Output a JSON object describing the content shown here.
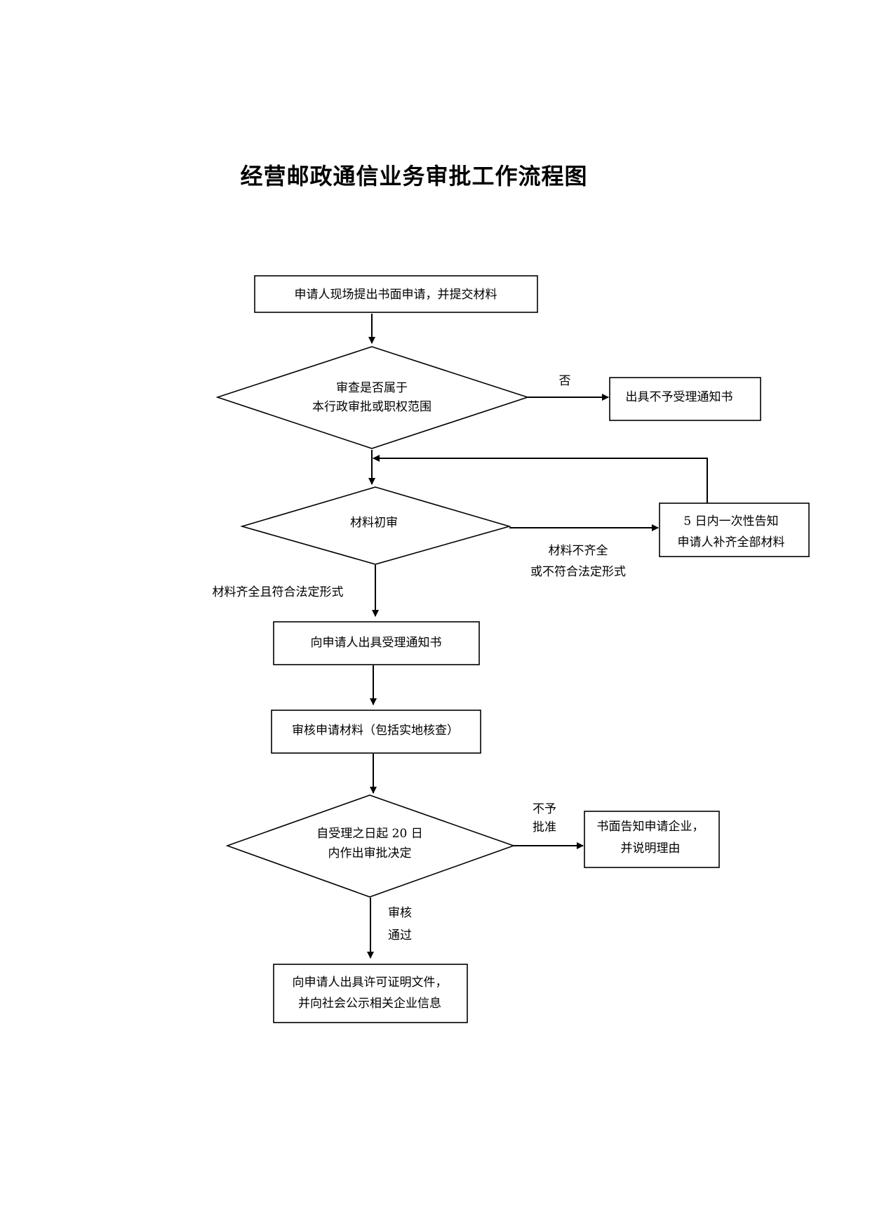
{
  "title": "经营邮政通信业务审批工作流程图",
  "nodes": {
    "submit": {
      "lines": [
        "申请人现场提出书面申请，并提交材料"
      ]
    },
    "scope_check": {
      "lines": [
        "审查是否属于",
        "本行政审批或职权范围"
      ]
    },
    "not_accept": {
      "lines": [
        "出具不予受理通知书"
      ]
    },
    "initial_review": {
      "lines": [
        "材料初审"
      ]
    },
    "supplement": {
      "lines": [
        "5 日内一次性告知",
        "申请人补齐全部材料"
      ]
    },
    "accept_notice": {
      "lines": [
        "向申请人出具受理通知书"
      ]
    },
    "review_materials": {
      "lines": [
        "审核申请材料（包括实地核查）"
      ]
    },
    "decision": {
      "lines": [
        "自受理之日起 20 日",
        "内作出审批决定"
      ]
    },
    "reject_notice": {
      "lines": [
        "书面告知申请企业，",
        "并说明理由"
      ]
    },
    "permit": {
      "lines": [
        "向申请人出具许可证明文件，",
        "并向社会公示相关企业信息"
      ]
    }
  },
  "edge_labels": {
    "no": {
      "lines": [
        "否"
      ]
    },
    "incomplete": {
      "lines": [
        "材料不齐全",
        "或不符合法定形式"
      ]
    },
    "complete": {
      "lines": [
        "材料齐全且符合法定形式"
      ]
    },
    "not_approved": {
      "lines": [
        "不予",
        "批准"
      ]
    },
    "approved": {
      "lines": [
        "审核",
        "通过"
      ]
    }
  }
}
